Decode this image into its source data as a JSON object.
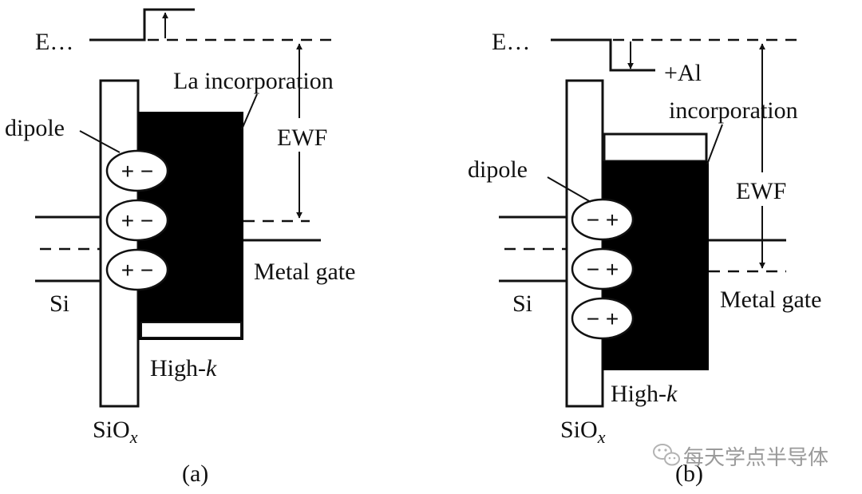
{
  "panel_a": {
    "fermi_label": "E…",
    "incorporation_label": "La incorporation",
    "dipole_label": "dipole",
    "dipole_signs": [
      "+ −",
      "+ −",
      "+ −"
    ],
    "ewf_label": "EWF",
    "metal_gate_label": "Metal gate",
    "si_label": "Si",
    "highk_label": "High-",
    "highk_italic": "k",
    "siox_label": "SiO",
    "siox_sub": "x",
    "caption": "(a)"
  },
  "panel_b": {
    "fermi_label": "E…",
    "al_label": "+Al",
    "incorporation_label": "incorporation",
    "dipole_label": "dipole",
    "dipole_signs": [
      "− +",
      "− +",
      "− +"
    ],
    "ewf_label": "EWF",
    "metal_gate_label": "Metal gate",
    "si_label": "Si",
    "highk_label": "High-",
    "highk_italic": "k",
    "siox_label": "SiO",
    "siox_sub": "x",
    "caption": "(b)"
  },
  "watermark": {
    "text": "每天学点半导体",
    "icon": "wechat-icon"
  }
}
